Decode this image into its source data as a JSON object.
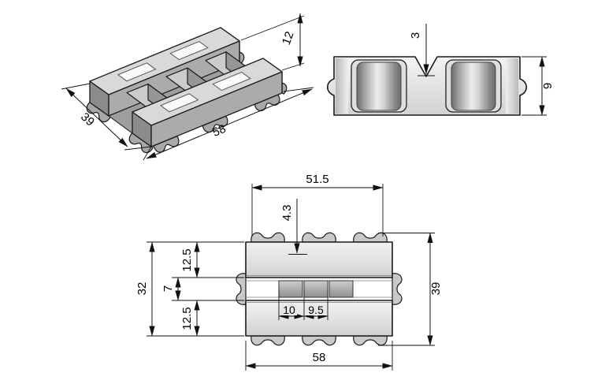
{
  "drawing": {
    "colors": {
      "line": "#1a1a1a",
      "fill_light": "#d9d9d9",
      "fill_mid": "#ababab",
      "fill_dark": "#8c8c8c"
    },
    "views": {
      "isometric": {
        "height": "12",
        "width": "39",
        "length": "58"
      },
      "front": {
        "notch_depth": "3",
        "height": "9"
      },
      "plan": {
        "span_inner": "51.5",
        "tooth_offset": "4.3",
        "row_top": "12.5",
        "gap": "7",
        "row_bottom": "12.5",
        "width_inner": "32",
        "width_overall": "39",
        "pitch": "10",
        "slot_width": "9.5",
        "length_overall": "58"
      }
    }
  }
}
